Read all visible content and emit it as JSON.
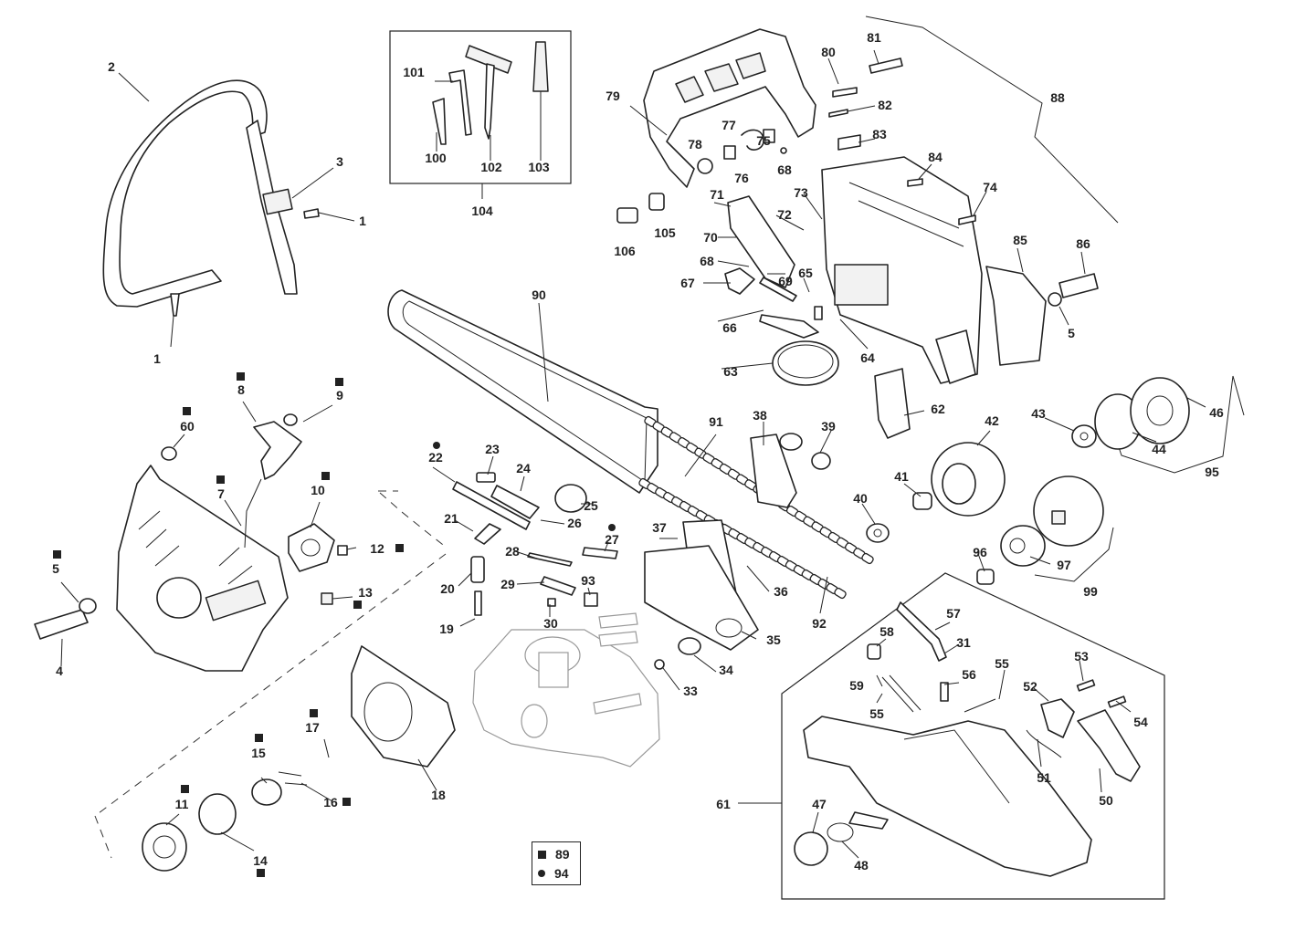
{
  "callouts": [
    {
      "text": "1",
      "mark": ""
    },
    {
      "text": "1",
      "mark": ""
    },
    {
      "text": "2",
      "mark": ""
    },
    {
      "text": "3",
      "mark": ""
    },
    {
      "text": "4",
      "mark": ""
    },
    {
      "text": "5",
      "mark": "square"
    },
    {
      "text": "5",
      "mark": ""
    },
    {
      "text": "7",
      "mark": "square"
    },
    {
      "text": "8",
      "mark": "square"
    },
    {
      "text": "9",
      "mark": "square"
    },
    {
      "text": "10",
      "mark": "square"
    },
    {
      "text": "11",
      "mark": "square"
    },
    {
      "text": "12",
      "mark": "square"
    },
    {
      "text": "13",
      "mark": "square"
    },
    {
      "text": "14",
      "mark": "square"
    },
    {
      "text": "15",
      "mark": "square"
    },
    {
      "text": "16",
      "mark": "square"
    },
    {
      "text": "17",
      "mark": "square"
    },
    {
      "text": "18",
      "mark": ""
    },
    {
      "text": "19",
      "mark": ""
    },
    {
      "text": "20",
      "mark": ""
    },
    {
      "text": "21",
      "mark": ""
    },
    {
      "text": "22",
      "mark": "dot"
    },
    {
      "text": "23",
      "mark": ""
    },
    {
      "text": "24",
      "mark": ""
    },
    {
      "text": "25",
      "mark": ""
    },
    {
      "text": "26",
      "mark": ""
    },
    {
      "text": "27",
      "mark": "dot"
    },
    {
      "text": "28",
      "mark": ""
    },
    {
      "text": "29",
      "mark": ""
    },
    {
      "text": "30",
      "mark": ""
    },
    {
      "text": "31",
      "mark": ""
    },
    {
      "text": "33",
      "mark": ""
    },
    {
      "text": "34",
      "mark": ""
    },
    {
      "text": "35",
      "mark": ""
    },
    {
      "text": "36",
      "mark": ""
    },
    {
      "text": "37",
      "mark": ""
    },
    {
      "text": "38",
      "mark": ""
    },
    {
      "text": "39",
      "mark": ""
    },
    {
      "text": "40",
      "mark": ""
    },
    {
      "text": "41",
      "mark": ""
    },
    {
      "text": "42",
      "mark": ""
    },
    {
      "text": "43",
      "mark": ""
    },
    {
      "text": "44",
      "mark": ""
    },
    {
      "text": "46",
      "mark": ""
    },
    {
      "text": "47",
      "mark": ""
    },
    {
      "text": "48",
      "mark": ""
    },
    {
      "text": "50",
      "mark": ""
    },
    {
      "text": "51",
      "mark": ""
    },
    {
      "text": "52",
      "mark": ""
    },
    {
      "text": "53",
      "mark": ""
    },
    {
      "text": "54",
      "mark": ""
    },
    {
      "text": "55",
      "mark": ""
    },
    {
      "text": "55",
      "mark": ""
    },
    {
      "text": "56",
      "mark": ""
    },
    {
      "text": "57",
      "mark": ""
    },
    {
      "text": "58",
      "mark": ""
    },
    {
      "text": "59",
      "mark": ""
    },
    {
      "text": "60",
      "mark": "square"
    },
    {
      "text": "61",
      "mark": ""
    },
    {
      "text": "62",
      "mark": ""
    },
    {
      "text": "63",
      "mark": ""
    },
    {
      "text": "64",
      "mark": ""
    },
    {
      "text": "65",
      "mark": ""
    },
    {
      "text": "66",
      "mark": ""
    },
    {
      "text": "67",
      "mark": ""
    },
    {
      "text": "68",
      "mark": ""
    },
    {
      "text": "68",
      "mark": ""
    },
    {
      "text": "69",
      "mark": ""
    },
    {
      "text": "70",
      "mark": ""
    },
    {
      "text": "71",
      "mark": ""
    },
    {
      "text": "72",
      "mark": ""
    },
    {
      "text": "73",
      "mark": ""
    },
    {
      "text": "74",
      "mark": ""
    },
    {
      "text": "75",
      "mark": ""
    },
    {
      "text": "76",
      "mark": ""
    },
    {
      "text": "77",
      "mark": ""
    },
    {
      "text": "78",
      "mark": ""
    },
    {
      "text": "79",
      "mark": ""
    },
    {
      "text": "80",
      "mark": ""
    },
    {
      "text": "81",
      "mark": ""
    },
    {
      "text": "82",
      "mark": ""
    },
    {
      "text": "83",
      "mark": ""
    },
    {
      "text": "84",
      "mark": ""
    },
    {
      "text": "85",
      "mark": ""
    },
    {
      "text": "86",
      "mark": ""
    },
    {
      "text": "88",
      "mark": ""
    },
    {
      "text": "90",
      "mark": ""
    },
    {
      "text": "91",
      "mark": ""
    },
    {
      "text": "92",
      "mark": ""
    },
    {
      "text": "93",
      "mark": ""
    },
    {
      "text": "95",
      "mark": ""
    },
    {
      "text": "96",
      "mark": ""
    },
    {
      "text": "97",
      "mark": ""
    },
    {
      "text": "99",
      "mark": ""
    },
    {
      "text": "100",
      "mark": ""
    },
    {
      "text": "101",
      "mark": ""
    },
    {
      "text": "102",
      "mark": ""
    },
    {
      "text": "103",
      "mark": ""
    },
    {
      "text": "104",
      "mark": ""
    },
    {
      "text": "105",
      "mark": ""
    },
    {
      "text": "106",
      "mark": ""
    }
  ],
  "legend": [
    {
      "marker": "square",
      "text": "89"
    },
    {
      "marker": "dot",
      "text": "94"
    }
  ]
}
